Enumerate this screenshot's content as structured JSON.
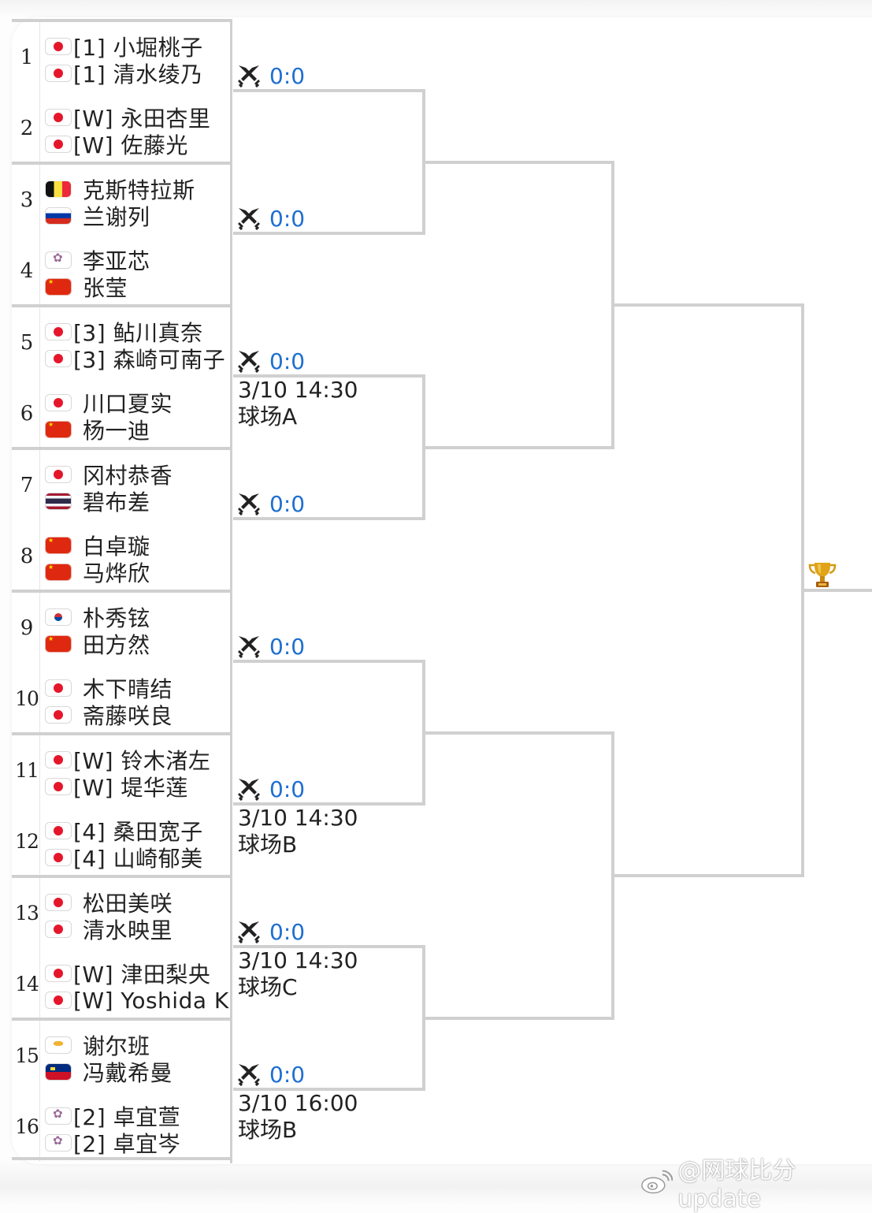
{
  "bracket": {
    "entries": [
      {
        "seed_no": "1",
        "players": [
          {
            "flag": "jp-flag",
            "name": "[1] 小堀桃子",
            "pad": false
          },
          {
            "flag": "jp-flag",
            "name": "[1] 清水绫乃",
            "pad": false
          }
        ]
      },
      {
        "seed_no": "2",
        "players": [
          {
            "flag": "jp-flag",
            "name": "[W] 永田杏里",
            "pad": false
          },
          {
            "flag": "jp-flag",
            "name": "[W] 佐藤光",
            "pad": false
          }
        ]
      },
      {
        "seed_no": "3",
        "players": [
          {
            "flag": "be-flag",
            "name": "克斯特拉斯",
            "pad": true
          },
          {
            "flag": "ru-flag",
            "name": "兰谢列",
            "pad": true
          }
        ]
      },
      {
        "seed_no": "4",
        "players": [
          {
            "flag": "tpe-flag",
            "name": "李亚芯",
            "pad": true
          },
          {
            "flag": "cn-flag",
            "name": "张莹",
            "pad": true
          }
        ]
      },
      {
        "seed_no": "5",
        "players": [
          {
            "flag": "jp-flag",
            "name": "[3] 鲇川真奈",
            "pad": false
          },
          {
            "flag": "jp-flag",
            "name": "[3] 森崎可南子",
            "pad": false
          }
        ]
      },
      {
        "seed_no": "6",
        "players": [
          {
            "flag": "jp-flag",
            "name": "川口夏实",
            "pad": true
          },
          {
            "flag": "cn-flag",
            "name": "杨一迪",
            "pad": true
          }
        ]
      },
      {
        "seed_no": "7",
        "players": [
          {
            "flag": "jp-flag",
            "name": "冈村恭香",
            "pad": true
          },
          {
            "flag": "th-flag",
            "name": "碧布差",
            "pad": true
          }
        ]
      },
      {
        "seed_no": "8",
        "players": [
          {
            "flag": "cn-flag",
            "name": "白卓璇",
            "pad": true
          },
          {
            "flag": "cn-flag",
            "name": "马烨欣",
            "pad": true
          }
        ]
      },
      {
        "seed_no": "9",
        "players": [
          {
            "flag": "kr-flag",
            "name": "朴秀铉",
            "pad": true
          },
          {
            "flag": "cn-flag",
            "name": "田方然",
            "pad": true
          }
        ]
      },
      {
        "seed_no": "10",
        "players": [
          {
            "flag": "jp-flag",
            "name": "木下晴结",
            "pad": true
          },
          {
            "flag": "jp-flag",
            "name": "斋藤咲良",
            "pad": true
          }
        ]
      },
      {
        "seed_no": "11",
        "players": [
          {
            "flag": "jp-flag",
            "name": "[W] 铃木渚左",
            "pad": false
          },
          {
            "flag": "jp-flag",
            "name": "[W] 堤华莲",
            "pad": false
          }
        ]
      },
      {
        "seed_no": "12",
        "players": [
          {
            "flag": "jp-flag",
            "name": "[4] 桑田宽子",
            "pad": false
          },
          {
            "flag": "jp-flag",
            "name": "[4] 山崎郁美",
            "pad": false
          }
        ]
      },
      {
        "seed_no": "13",
        "players": [
          {
            "flag": "jp-flag",
            "name": "松田美咲",
            "pad": true
          },
          {
            "flag": "jp-flag",
            "name": "清水映里",
            "pad": true
          }
        ]
      },
      {
        "seed_no": "14",
        "players": [
          {
            "flag": "jp-flag",
            "name": "[W] 津田梨央",
            "pad": false
          },
          {
            "flag": "jp-flag",
            "name": "[W] Yoshida K",
            "pad": false
          }
        ]
      },
      {
        "seed_no": "15",
        "players": [
          {
            "flag": "cy-flag",
            "name": "谢尔班",
            "pad": true
          },
          {
            "flag": "li-flag",
            "name": "冯戴希曼",
            "pad": true
          }
        ]
      },
      {
        "seed_no": "16",
        "players": [
          {
            "flag": "tpe-flag",
            "name": "[2] 卓宜萱",
            "pad": false
          },
          {
            "flag": "tpe-flag",
            "name": "[2] 卓宜岑",
            "pad": false
          }
        ]
      }
    ],
    "matches": [
      {
        "score": "0:0",
        "time": "",
        "court": ""
      },
      {
        "score": "0:0",
        "time": "",
        "court": ""
      },
      {
        "score": "0:0",
        "time": "3/10 14:30",
        "court": "球场A"
      },
      {
        "score": "0:0",
        "time": "",
        "court": ""
      },
      {
        "score": "0:0",
        "time": "",
        "court": ""
      },
      {
        "score": "0:0",
        "time": "3/10 14:30",
        "court": "球场B"
      },
      {
        "score": "0:0",
        "time": "3/10 14:30",
        "court": "球场C"
      },
      {
        "score": "0:0",
        "time": "3/10 16:00",
        "court": "球场B"
      }
    ],
    "trophy_icon": "trophy-icon",
    "score_icon": "crossed-swords-icon",
    "colors": {
      "score": "#1f6fd0",
      "lines": "#d0d0d0",
      "text": "#222222"
    }
  },
  "watermark": {
    "text": "@网球比分update",
    "icon": "weibo-icon"
  }
}
